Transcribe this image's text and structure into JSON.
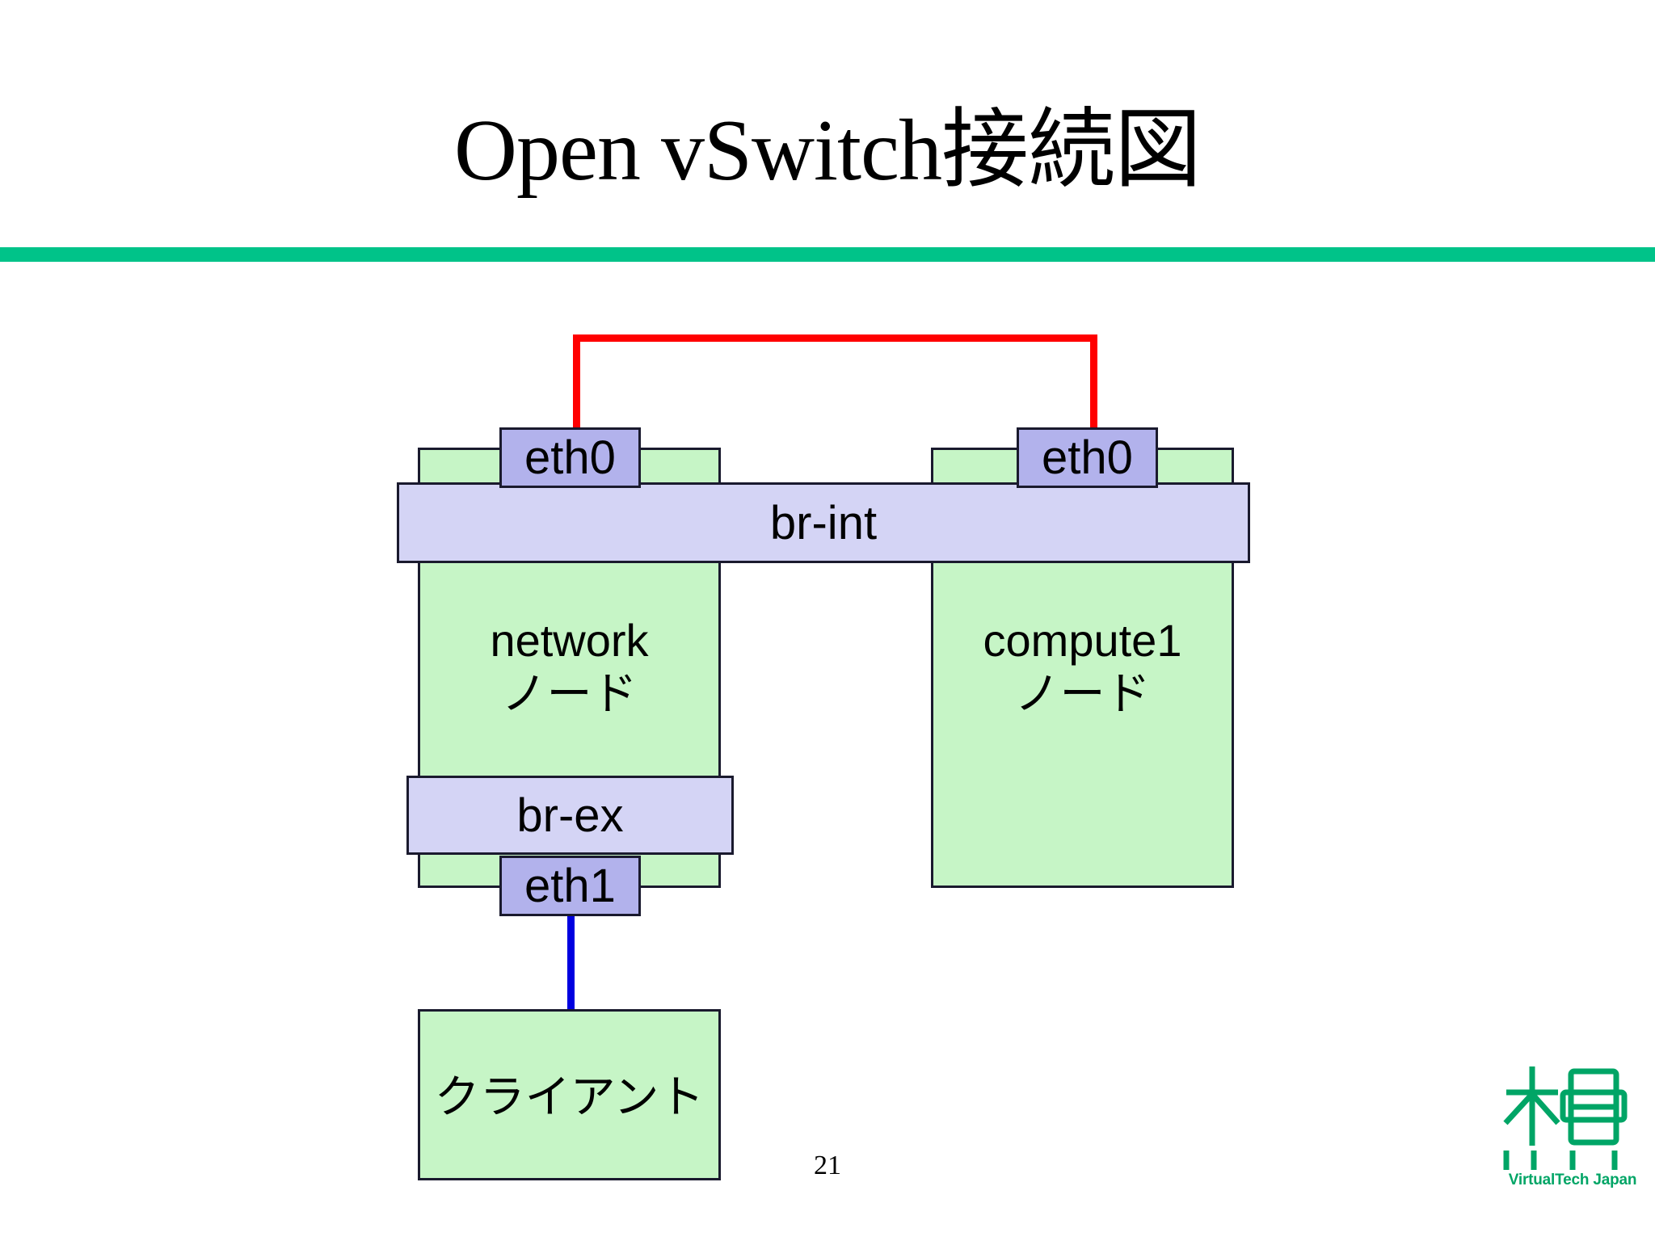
{
  "slide": {
    "title": "Open vSwitch接続図",
    "page_number": "21",
    "accent_color": "#00c389"
  },
  "diagram": {
    "type": "network-topology",
    "nodes": [
      {
        "id": "network-node",
        "label": "network\nノード",
        "fill": "#c6f5c6"
      },
      {
        "id": "compute1-node",
        "label": "compute1\nノード",
        "fill": "#c6f5c6"
      },
      {
        "id": "client-node",
        "label": "クライアント",
        "fill": "#c6f5c6"
      }
    ],
    "bridges": [
      {
        "id": "br-int",
        "label": "br-int",
        "fill": "#d4d4f5"
      },
      {
        "id": "br-ex",
        "label": "br-ex",
        "fill": "#d4d4f5"
      }
    ],
    "ports": [
      {
        "id": "network-eth0",
        "label": "eth0",
        "fill": "#b2b2ec"
      },
      {
        "id": "compute1-eth0",
        "label": "eth0",
        "fill": "#b2b2ec"
      },
      {
        "id": "network-eth1",
        "label": "eth1",
        "fill": "#b2b2ec"
      }
    ],
    "links": [
      {
        "id": "eth0-to-eth0",
        "from": "network-eth0",
        "to": "compute1-eth0",
        "color": "#ff0000"
      },
      {
        "id": "eth1-to-client",
        "from": "network-eth1",
        "to": "client-node",
        "color": "#0000e0"
      }
    ]
  },
  "logo": {
    "name": "virtualtech-japan-logo",
    "text": "VirtualTech Japan",
    "color": "#00a566"
  }
}
